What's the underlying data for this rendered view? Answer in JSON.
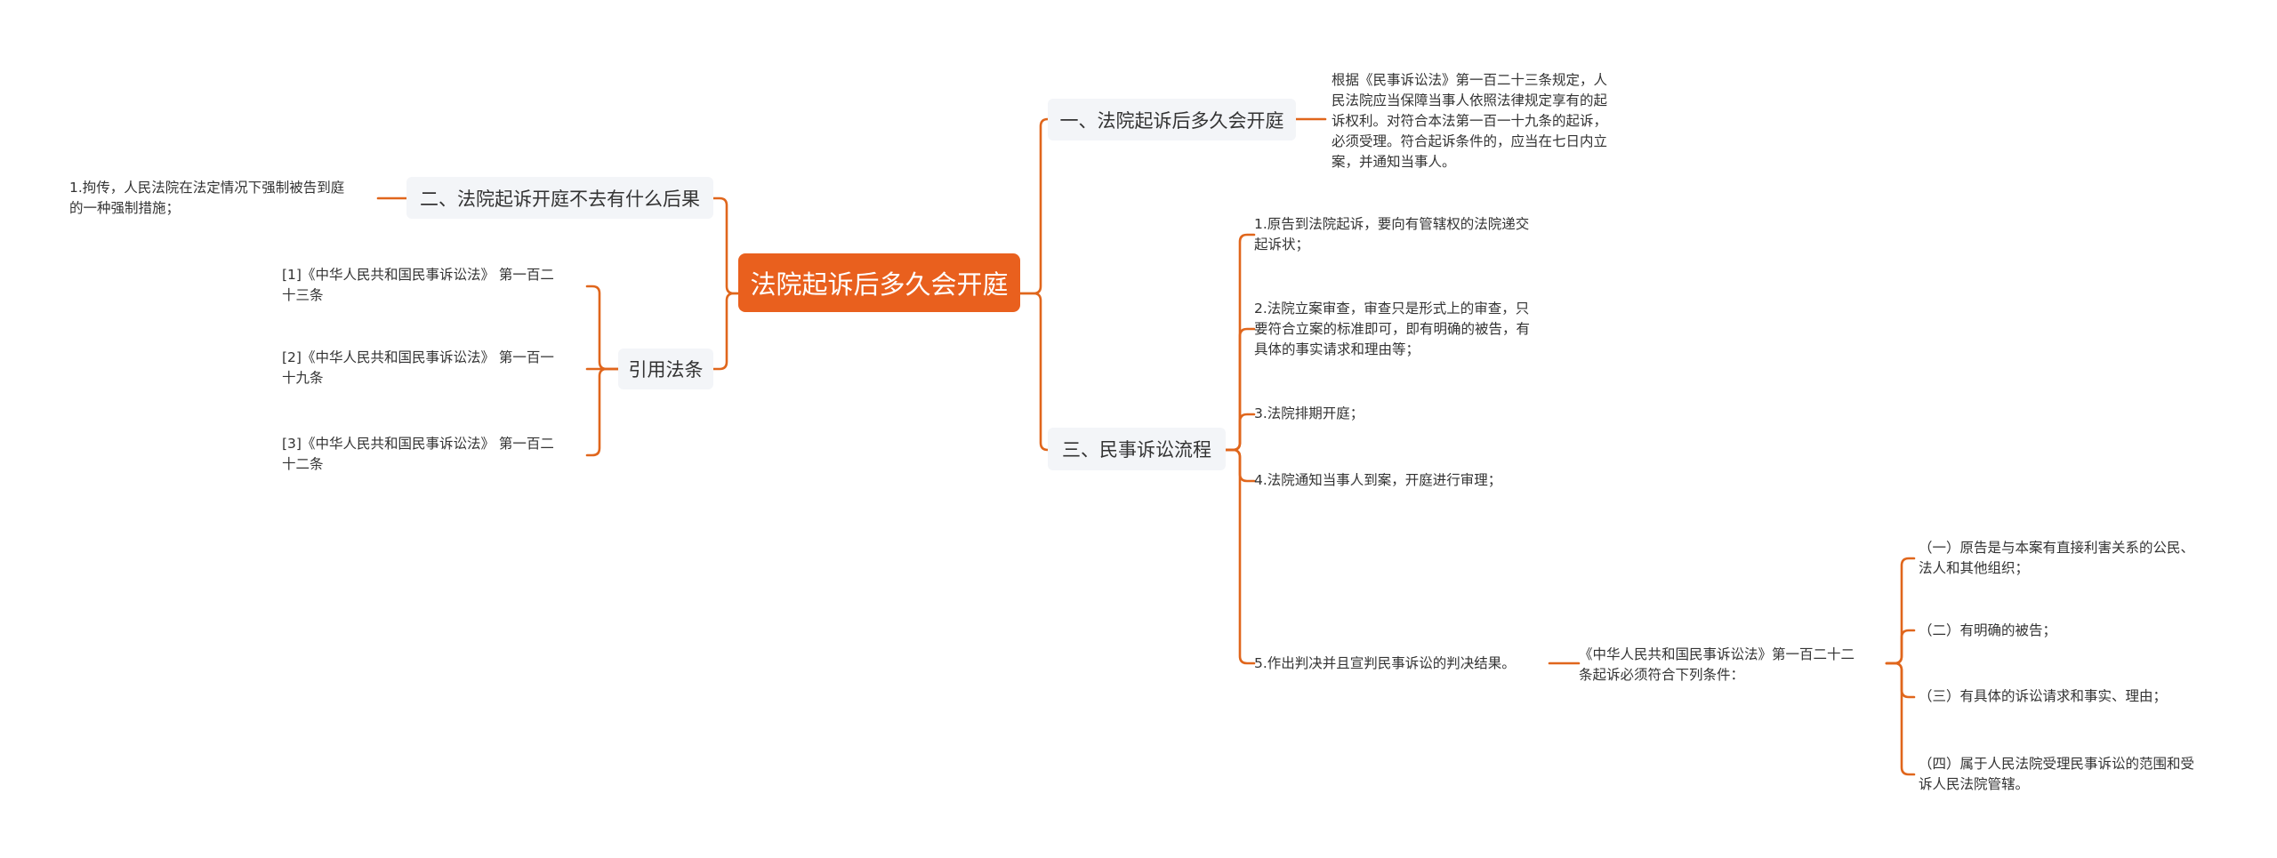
{
  "root": {
    "label": "法院起诉后多久会开庭"
  },
  "branches": {
    "b1": {
      "label": "一、法院起诉后多久会开庭",
      "detail": "根据《民事诉讼法》第一百二十三条规定，人\n民法院应当保障当事人依照法律规定享有的起\n诉权利。对符合本法第一百一十九条的起诉，\n必须受理。符合起诉条件的，应当在七日内立\n案，并通知当事人。"
    },
    "b2": {
      "label": "二、法院起诉开庭不去有什么后果",
      "detail": "1.拘传，人民法院在法定情况下强制被告到庭\n的一种强制措施；"
    },
    "b3": {
      "label": "三、民事诉讼流程",
      "steps": [
        "1.原告到法院起诉，要向有管辖权的法院递交\n起诉状；",
        "2.法院立案审查，审查只是形式上的审查，只\n要符合立案的标准即可，即有明确的被告，有\n具体的事实请求和理由等；",
        "3.法院排期开庭；",
        "4.法院通知当事人到案，开庭进行审理；",
        "5.作出判决并且宣判民事诉讼的判决结果。"
      ],
      "step5_child": "《中华人民共和国民事诉讼法》第一百二十二\n条起诉必须符合下列条件：",
      "conditions": [
        "（一）原告是与本案有直接利害关系的公民、\n法人和其他组织；",
        "（二）有明确的被告；",
        "（三）有具体的诉讼请求和事实、理由；",
        "（四）属于人民法院受理民事诉讼的范围和受\n诉人民法院管辖。"
      ]
    },
    "b4": {
      "label": "引用法条",
      "refs": [
        "[1]《中华人民共和国民事诉讼法》 第一百二\n十三条",
        "[2]《中华人民共和国民事诉讼法》 第一百一\n十九条",
        "[3]《中华人民共和国民事诉讼法》 第一百二\n十二条"
      ]
    }
  },
  "colors": {
    "accent": "#e9601e",
    "line": "#e0661c",
    "branch_bg": "#f3f5f8",
    "text": "#333333"
  }
}
